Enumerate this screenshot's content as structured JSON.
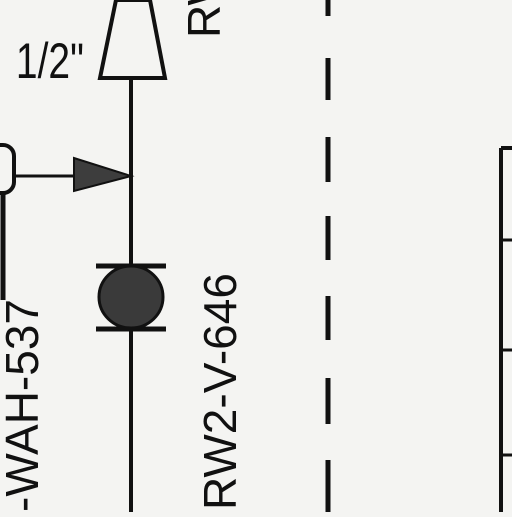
{
  "drawing": {
    "line_size_label": "1/2\"",
    "top_right_tag_fragment": "RW",
    "valve_tag": "RW2-V-646",
    "left_instrument_tag_fragment": "-WAH-537"
  },
  "colors": {
    "background": "#f4f4f2",
    "ink": "#111111",
    "valve_fill": "#3a3a3a",
    "arrow_fill": "#3d3d3d"
  },
  "icons": {
    "reducer": "reducer-icon",
    "gate_valve": "valve-icon",
    "flow_arrow": "flow-arrow-icon",
    "instrument_bubble": "instrument-bubble-icon"
  }
}
